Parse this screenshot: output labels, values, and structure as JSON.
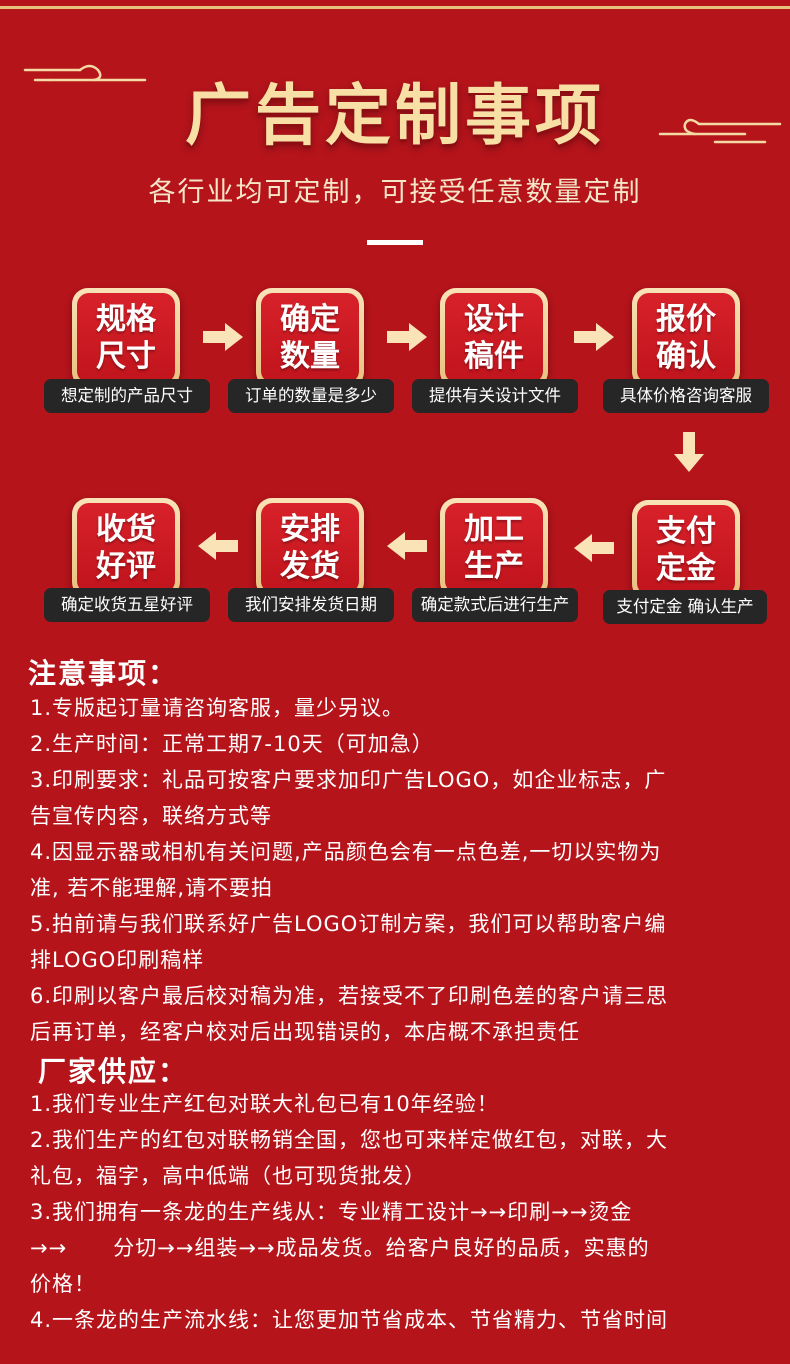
{
  "header": {
    "title": "广告定制事项",
    "subtitle": "各行业均可定制，可接受任意数量定制"
  },
  "steps": [
    {
      "line1": "规格",
      "line2": "尺寸",
      "caption": "想定制的产品尺寸"
    },
    {
      "line1": "确定",
      "line2": "数量",
      "caption": "订单的数量是多少"
    },
    {
      "line1": "设计",
      "line2": "稿件",
      "caption": "提供有关设计文件"
    },
    {
      "line1": "报价",
      "line2": "确认",
      "caption": "具体价格咨询客服"
    },
    {
      "line1": "支付",
      "line2": "定金",
      "caption": "支付定金 确认生产"
    },
    {
      "line1": "加工",
      "line2": "生产",
      "caption": "确定款式后进行生产"
    },
    {
      "line1": "安排",
      "line2": "发货",
      "caption": "我们安排发货日期"
    },
    {
      "line1": "收货",
      "line2": "好评",
      "caption": "确定收货五星好评"
    }
  ],
  "notes": {
    "heading": "注意事项：",
    "lines": [
      "1.专版起订量请咨询客服，量少另议。",
      "2.生产时间：正常工期7-10天（可加急）",
      "3.印刷要求：礼品可按客户要求加印广告LOGO，如企业标志，广",
      "告宣传内容，联络方式等",
      "4.因显示器或相机有关问题,产品颜色会有一点色差,一切以实物为",
      "准, 若不能理解,请不要拍",
      "5.拍前请与我们联系好广告LOGO订制方案，我们可以帮助客户编",
      "排LOGO印刷稿样",
      "6.印刷以客户最后校对稿为准，若接受不了印刷色差的客户请三思",
      "后再订单，经客户校对后出现错误的，本店概不承担责任"
    ]
  },
  "factory": {
    "heading": "厂家供应：",
    "lines": [
      "1.我们专业生产红包对联大礼包已有10年经验！",
      "2.我们生产的红包对联畅销全国，您也可来样定做红包，对联，大",
      "礼包，福字，高中低端（也可现货批发）",
      "3.我们拥有一条龙的生产线从：专业精工设计→→印刷→→烫金",
      "→→      分切→→组装→→成品发货。给客户良好的品质，实惠的",
      "价格！",
      "4.一条龙的生产流水线：让您更加节省成本、节省精力、节省时间"
    ]
  },
  "colors": {
    "background": "#b5141b",
    "gold": "#f7dfa5",
    "caption_bg": "#262626"
  }
}
